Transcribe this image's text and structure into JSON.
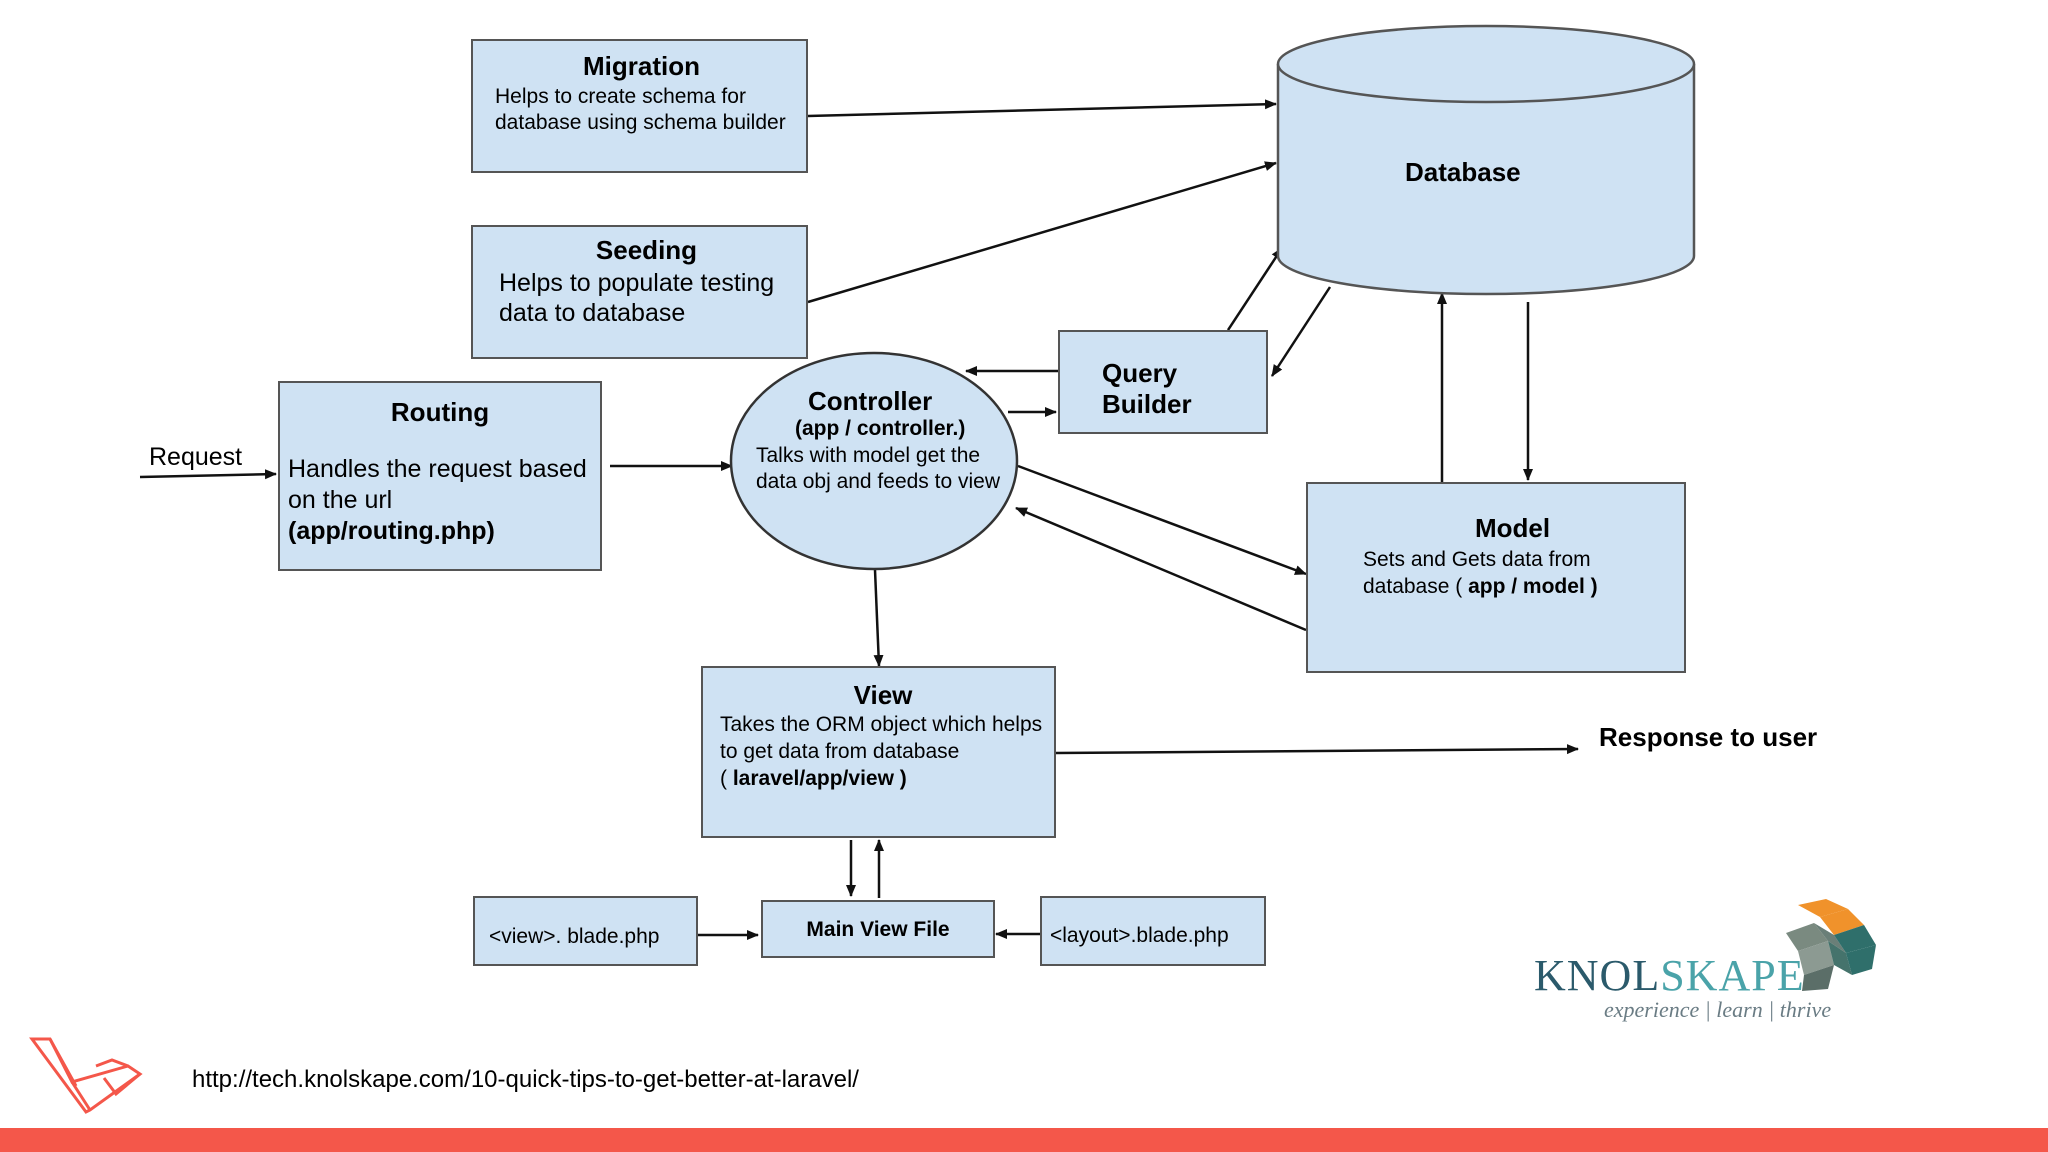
{
  "diagram": {
    "migration": {
      "title": "Migration",
      "desc": "Helps to create schema for database using schema builder"
    },
    "seeding": {
      "title": "Seeding",
      "desc": "Helps to populate testing data to database"
    },
    "database": {
      "title": "Database"
    },
    "query_builder": {
      "line1": "Query",
      "line2": "Builder"
    },
    "routing": {
      "title": "Routing",
      "desc": "Handles the request based on the url",
      "path": "(app/routing.php)"
    },
    "request_label": "Request",
    "controller": {
      "title": "Controller",
      "path": "(app / controller.)",
      "desc": "Talks with model get the data obj and feeds to view"
    },
    "model": {
      "title": "Model",
      "desc": "Sets and Gets data from database  (",
      "path": "app / model )"
    },
    "view": {
      "title": "View",
      "desc": "Takes the ORM object which helps to get data from database",
      "path_open": "( ",
      "path": "laravel/app/view )"
    },
    "response_label": "Response to user",
    "main_view_file": "Main View File",
    "view_blade": "<view>. blade.php",
    "layout_blade": "<layout>.blade.php"
  },
  "brand": {
    "word_part1": "KNOL",
    "word_part2": "SKAPE",
    "tagline": "experience | learn | thrive"
  },
  "footer": {
    "url": "http://tech.knolskape.com/10-quick-tips-to-get-better-at-laravel/",
    "bar_color": "#f4574a",
    "logo_icon": "laravel-logo-icon"
  },
  "colors": {
    "box_fill": "#cfe2f3",
    "box_border": "#555555"
  }
}
